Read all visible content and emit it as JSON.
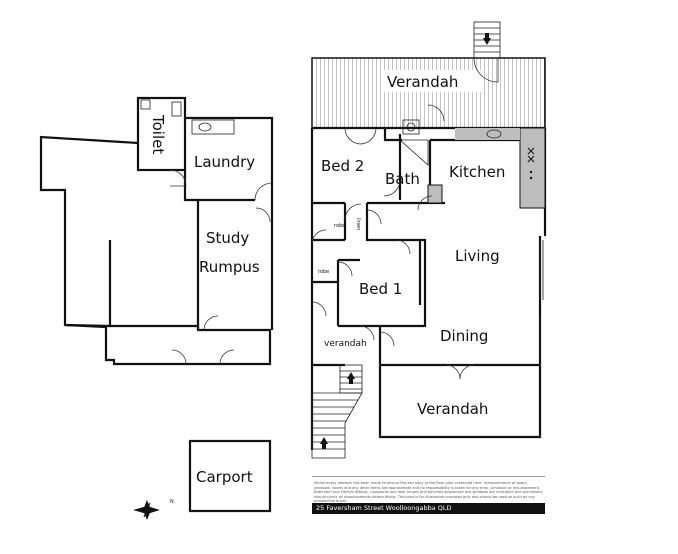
{
  "rooms": {
    "verandah_top": "Verandah",
    "toilet": "Toilet",
    "laundry": "Laundry",
    "bed2": "Bed 2",
    "bath": "Bath",
    "kitchen": "Kitchen",
    "study": "Study",
    "rumpus": "Rumpus",
    "living": "Living",
    "bed1": "Bed 1",
    "dining": "Dining",
    "verandah_small": "verandah",
    "verandah_bottom": "Verandah",
    "carport": "Carport",
    "robe1": "robe",
    "robe2": "linen",
    "robe3": "robe"
  },
  "footer": {
    "disclaimer": "Whilst every attempt has been made to ensure the accuracy of the floor plan contained here, measurements of doors, windows, rooms and any other items are approximate and no responsibility is taken for any error, omission or mis-statement. Bathroom and kitchen fittings, cupboards and door hinges and benches appliances and windows are indicative and purchasers should check all measurements before fitting. This plan is for illustrative purposes only and should be used as such by any prospective buyer.",
    "address": "25 Faversham Street Woolloongabba  QLD"
  },
  "compass": {
    "north_label": "N"
  }
}
